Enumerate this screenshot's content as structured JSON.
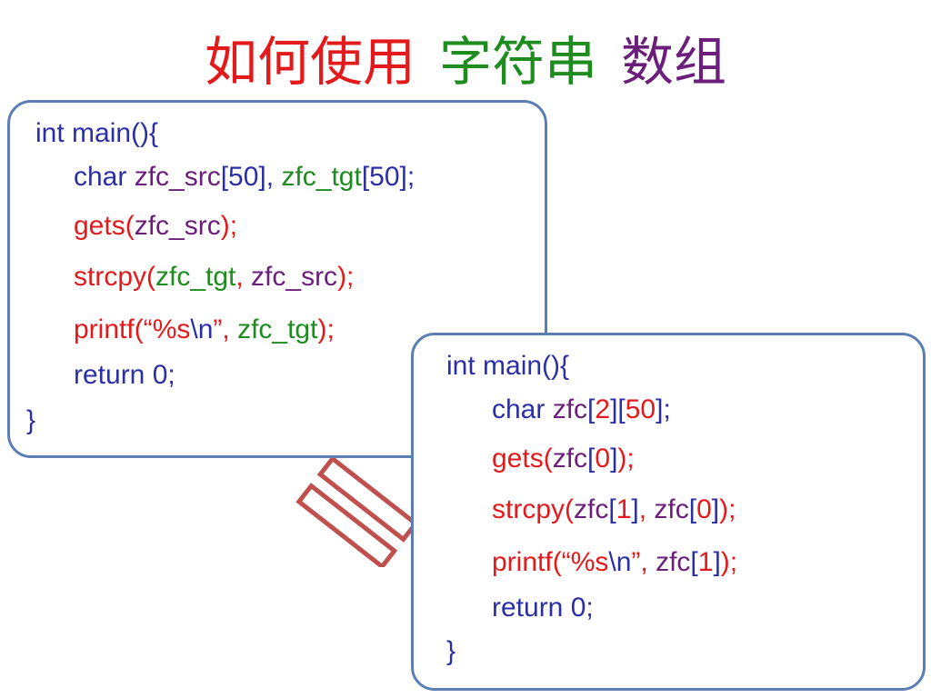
{
  "title": {
    "part1": "如何使用",
    "part2": "字符串",
    "part3": "数组",
    "colors": {
      "part1": "#e31a1c",
      "part2": "#1e8c1e",
      "part3": "#6b1f7b"
    }
  },
  "code_left": {
    "l1": {
      "a": "int main(){"
    },
    "l2": {
      "a": "char ",
      "b": "zfc_src",
      "c": "[50], ",
      "d": "zfc_tgt",
      "e": "[50];"
    },
    "l3": {
      "a": "gets(",
      "b": "zfc_src",
      "c": ");"
    },
    "l4": {
      "a": "strcpy(",
      "b": "zfc_tgt",
      "c": ", ",
      "d": "zfc_src",
      "e": ");"
    },
    "l5": {
      "a": "printf(“",
      "b": "%s",
      "c": "\\n",
      "d": "”, ",
      "e": "zfc_tgt",
      "f": ");"
    },
    "l6": {
      "a": "return 0;"
    },
    "l7": {
      "a": "}"
    }
  },
  "code_right": {
    "l1": {
      "a": "int main(){"
    },
    "l2": {
      "a": "char ",
      "b": "zfc",
      "c": "[",
      "d": "2",
      "e": "][",
      "f": "50",
      "g": "];"
    },
    "l3": {
      "a": "gets(",
      "b": "zfc",
      "c": "[",
      "d": "0",
      "e": "]",
      "f": ");"
    },
    "l4": {
      "a": "strcpy(",
      "b": "zfc",
      "c": "[",
      "d": "1",
      "e": "]",
      "f": ", ",
      "g": "zfc",
      "h": "[",
      "i": "0",
      "j": "]",
      "k": ");"
    },
    "l5": {
      "a": "printf(“",
      "b": "%s",
      "c": "\\n",
      "d": "”, ",
      "e": "zfc",
      "f": "[",
      "g": "1",
      "h": "]",
      "i": ");"
    },
    "l6": {
      "a": "return 0;"
    },
    "l7": {
      "a": "}"
    }
  },
  "colors": {
    "code_default": "#2b2fa5",
    "keyword_red": "#e31a1c",
    "var_green": "#1e8c1e",
    "var_purple": "#6b1f7b",
    "box_border": "#5b7fb4",
    "equals_sign": "#c0504d"
  },
  "icons": {
    "equals": "equals-sign-icon"
  }
}
